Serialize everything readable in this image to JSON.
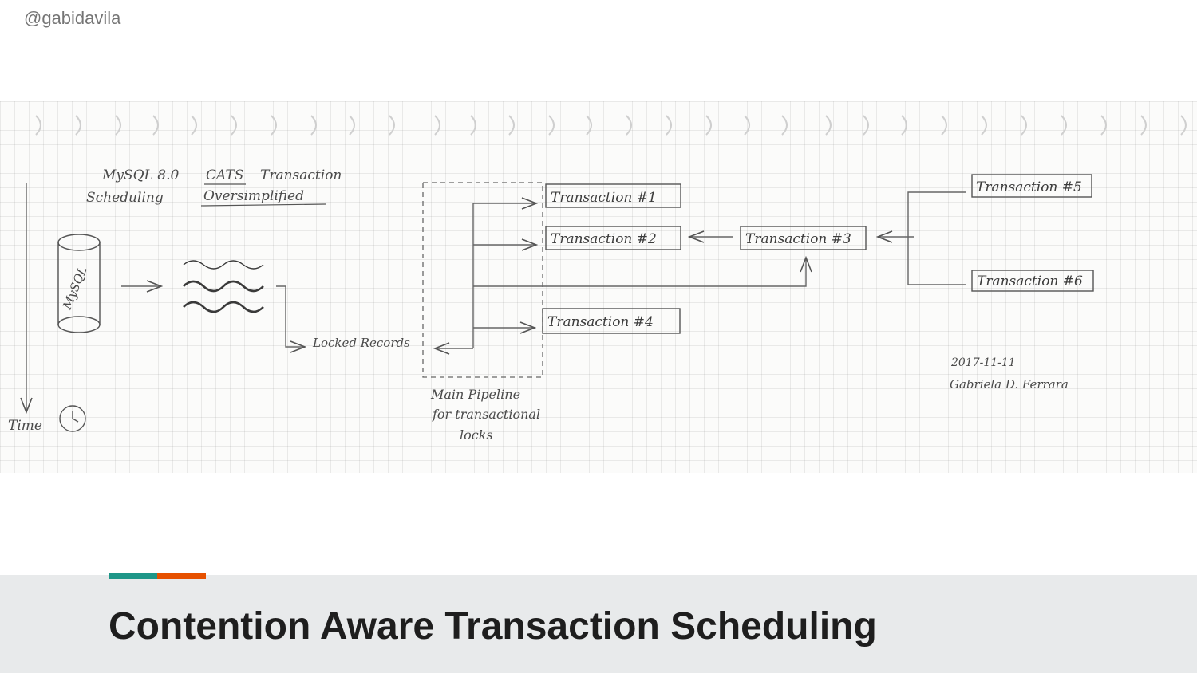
{
  "header": {
    "handle": "@gabidavila"
  },
  "diagram": {
    "title_line1": "MySQL 8.0",
    "title_cats": "CATS",
    "title_transaction": "Transaction",
    "title_scheduling": "Scheduling",
    "title_oversimplified": "Oversimplified",
    "db_label": "MySQL",
    "locked_records": "Locked Records",
    "pipeline_line1": "Main Pipeline",
    "pipeline_line2": "for transactional",
    "pipeline_line3": "locks",
    "time_label": "Time",
    "transactions": [
      "Transaction #1",
      "Transaction #2",
      "Transaction #3",
      "Transaction #4",
      "Transaction #5",
      "Transaction #6"
    ],
    "date": "2017-11-11",
    "signature": "Gabriela D. Ferrara"
  },
  "footer": {
    "title": "Contention Aware Transaction Scheduling",
    "accent_colors": [
      "#1e9688",
      "#e65100"
    ]
  }
}
